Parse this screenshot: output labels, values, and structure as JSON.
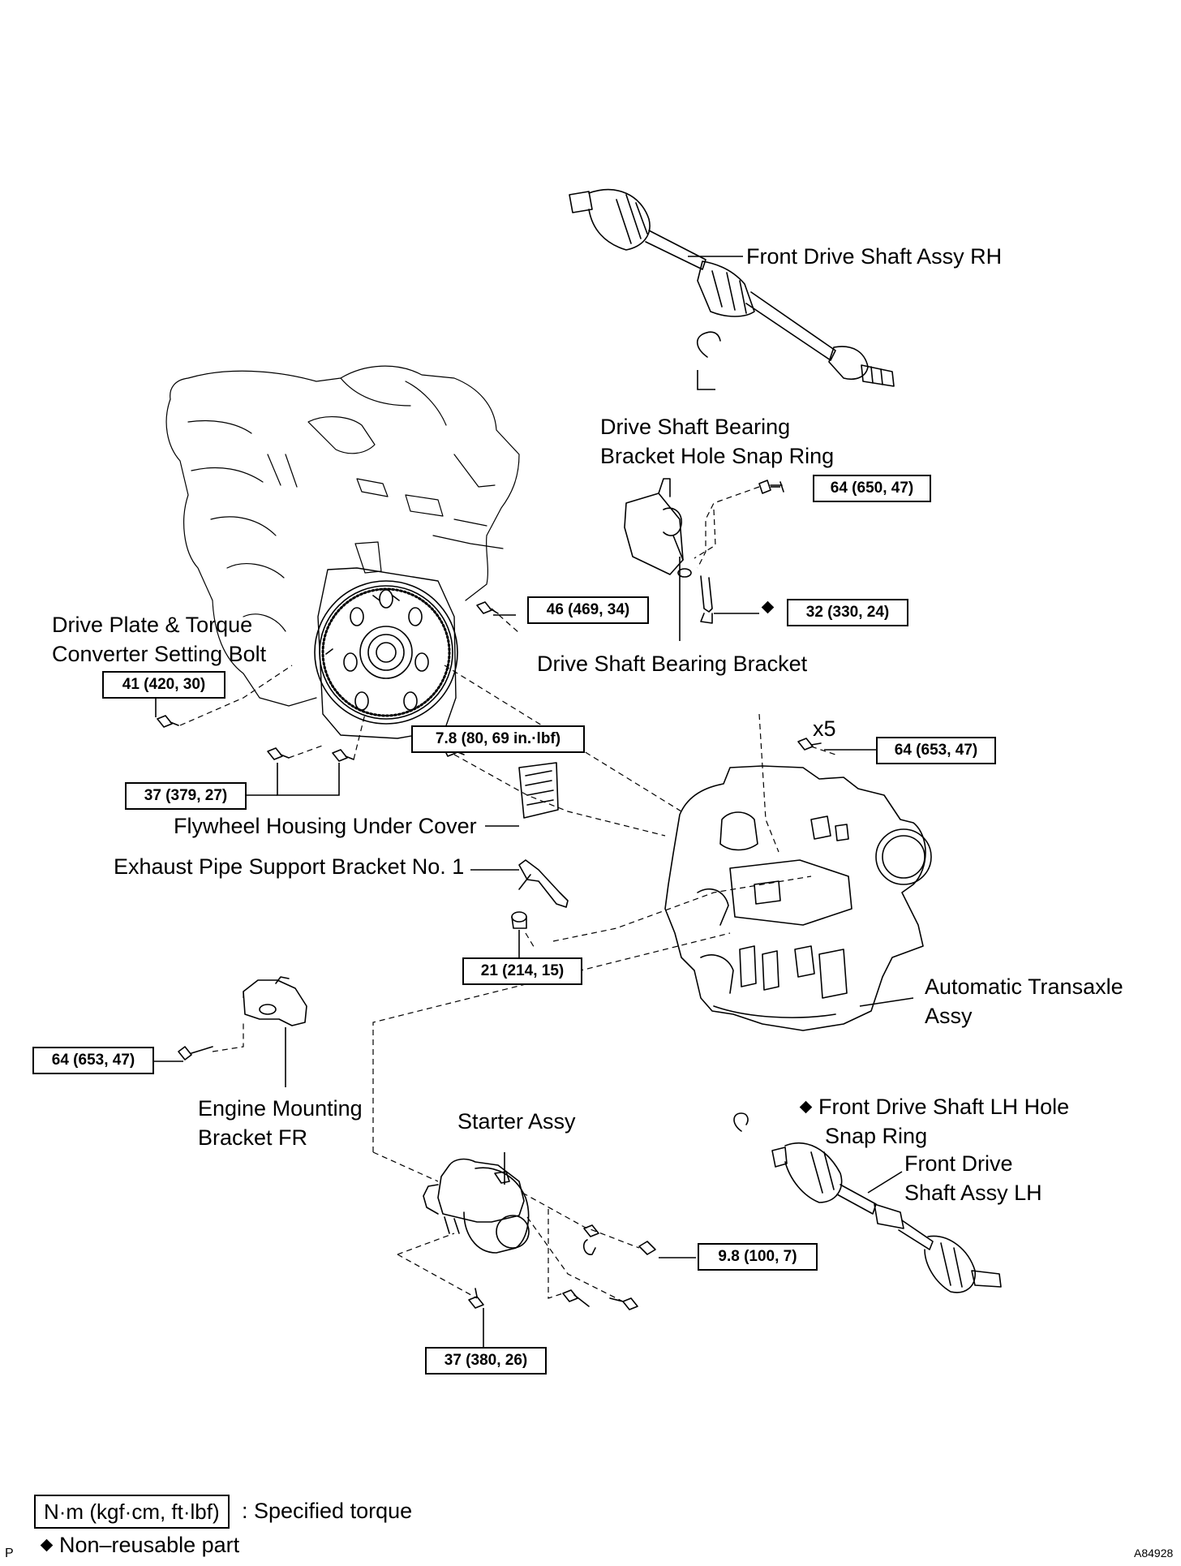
{
  "labels": {
    "front_drive_shaft_rh": "Front Drive Shaft Assy RH",
    "snap_ring_line1": "Drive Shaft Bearing",
    "snap_ring_line2": "Bracket Hole Snap Ring",
    "setting_bolt_line1": "Drive Plate & Torque",
    "setting_bolt_line2": "Converter Setting Bolt",
    "bearing_bracket": "Drive Shaft Bearing Bracket",
    "x5": "x5",
    "flywheel_cover": "Flywheel Housing Under Cover",
    "exhaust_bracket": "Exhaust Pipe Support Bracket No. 1",
    "transaxle_line1": "Automatic Transaxle",
    "transaxle_line2": "Assy",
    "mounting_bracket_line1": "Engine Mounting",
    "mounting_bracket_line2": "Bracket FR",
    "starter": "Starter Assy",
    "lh_snap_ring_line1": "Front Drive Shaft LH Hole",
    "lh_snap_ring_line2": "Snap Ring",
    "front_drive_shaft_lh_line1": "Front Drive",
    "front_drive_shaft_lh_line2": "Shaft Assy LH"
  },
  "torques": {
    "bracket_bolt": "64 (650, 47)",
    "bracket_lower_bolt": "32 (330, 24)",
    "drive_plate_bolt": "46 (469, 34)",
    "setting_bolt": "41 (420, 30)",
    "lower_bolts": "37 (379, 27)",
    "cover_bolt": "7.8 (80, 69 in.·lbf)",
    "transaxle_bolt": "64 (653, 47)",
    "exhaust_nut": "21 (214, 15)",
    "mounting_bolt": "64 (653, 47)",
    "starter_nut": "9.8 (100, 7)",
    "starter_bolt": "37 (380, 26)"
  },
  "legend": {
    "unit": "N·m (kgf·cm, ft·lbf)",
    "torque_desc": ": Specified torque",
    "non_reusable": "Non–reusable part"
  },
  "footer": {
    "left_mark": "P",
    "figure_id": "A84928"
  }
}
